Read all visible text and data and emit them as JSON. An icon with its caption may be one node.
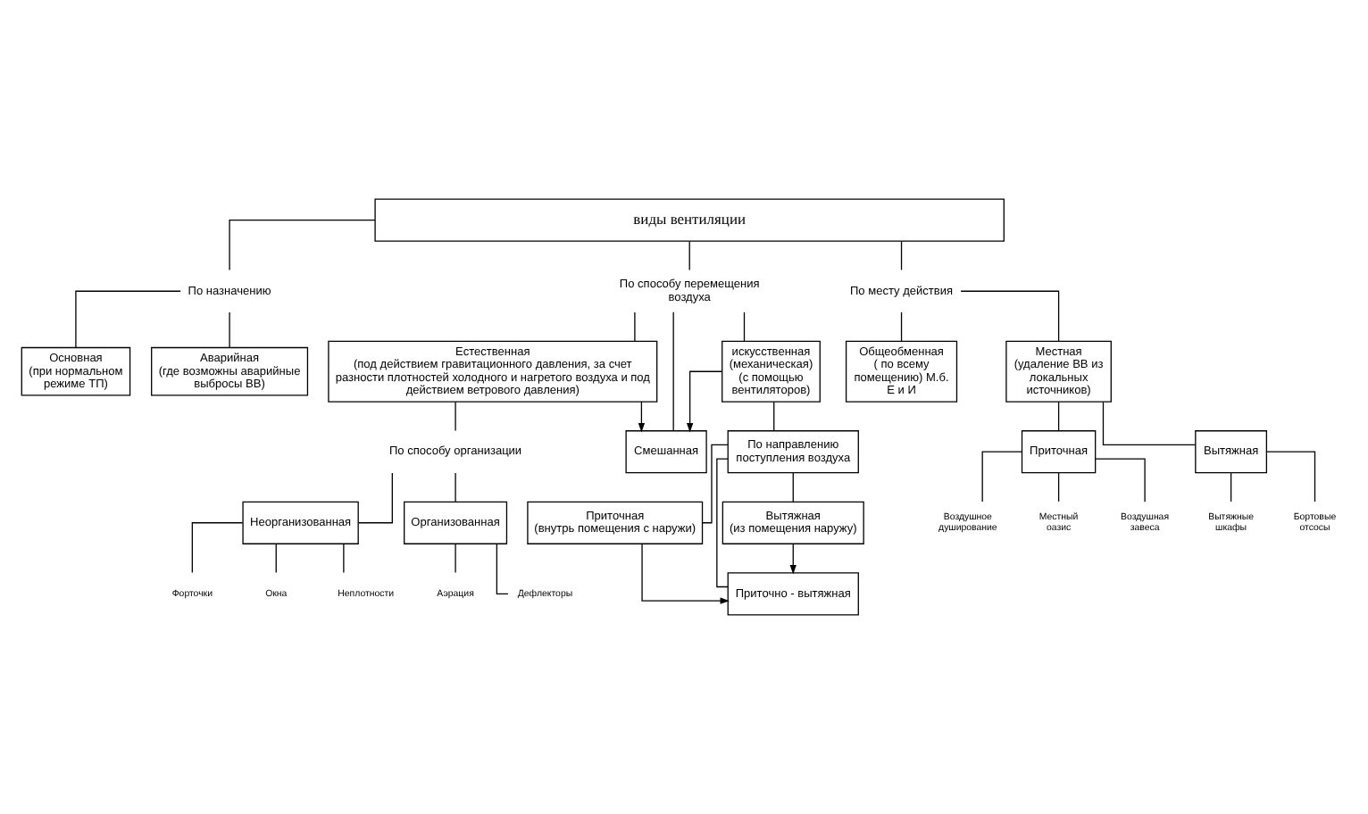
{
  "diagram": {
    "nodes": [
      {
        "text": [
          "виды вентиляции"
        ]
      },
      {
        "text": [
          "По назначению"
        ]
      },
      {
        "text": [
          "По способу перемещения воздуха"
        ]
      },
      {
        "text": [
          "По месту действия"
        ]
      },
      {
        "text": [
          "Основная",
          "(при нормальном режиме ТП)"
        ]
      },
      {
        "text": [
          "Аварийная",
          "(где возможны аварийные выбросы ВВ)"
        ]
      },
      {
        "text": [
          "Общеобменная",
          "( по всему помещению) М.б. Е и И"
        ]
      },
      {
        "text": [
          "Местная",
          "(удаление ВВ из локальных источников)"
        ]
      },
      {
        "text": [
          "Естественная",
          "(под действием гравитационного давления, за счет разности плотностей холодного и нагретого воздуха и под действием ветрового давления)"
        ]
      },
      {
        "text": [
          "искусственная (механическая) (с помощью вентиляторов)"
        ]
      },
      {
        "text": [
          "Смешанная"
        ]
      },
      {
        "text": [
          "По способу организации"
        ]
      },
      {
        "text": [
          "Неорганизованная"
        ]
      },
      {
        "text": [
          "Организованная"
        ]
      },
      {
        "text": [
          "Форточки"
        ]
      },
      {
        "text": [
          "Окна"
        ]
      },
      {
        "text": [
          "Неплотности"
        ]
      },
      {
        "text": [
          "Аэрация"
        ]
      },
      {
        "text": [
          "Дефлекторы"
        ]
      },
      {
        "text": [
          "По направлению поступления воздуха"
        ]
      },
      {
        "text": [
          "Приточная",
          "(внутрь помещения с наружи)"
        ]
      },
      {
        "text": [
          "Вытяжная",
          "(из помещения наружу)"
        ]
      },
      {
        "text": [
          "Приточно - вытяжная"
        ]
      },
      {
        "text": [
          "Приточная"
        ]
      },
      {
        "text": [
          "Вытяжная"
        ]
      },
      {
        "text": [
          "Воздушное душирование"
        ]
      },
      {
        "text": [
          "Местный оазис"
        ]
      },
      {
        "text": [
          "Воздушная завеса"
        ]
      },
      {
        "text": [
          "Вытяжные шкафы"
        ]
      },
      {
        "text": [
          "Бортовые отсосы"
        ]
      }
    ],
    "edges": [
      {
        "from": 0,
        "to": 1,
        "arrow": "none"
      },
      {
        "from": 0,
        "to": 2,
        "arrow": "none"
      },
      {
        "from": 0,
        "to": 3,
        "arrow": "none"
      },
      {
        "from": 1,
        "to": 4,
        "arrow": "none"
      },
      {
        "from": 1,
        "to": 5,
        "arrow": "none"
      },
      {
        "from": 3,
        "to": 6,
        "arrow": "none"
      },
      {
        "from": 3,
        "to": 7,
        "arrow": "none"
      },
      {
        "from": 2,
        "to": 8,
        "arrow": "none"
      },
      {
        "from": 2,
        "to": 10,
        "arrow": "none"
      },
      {
        "from": 2,
        "to": 9,
        "arrow": "none"
      },
      {
        "from": 8,
        "to": 10,
        "arrow": "to"
      },
      {
        "from": 9,
        "to": 10,
        "arrow": "to"
      },
      {
        "from": 8,
        "to": 11,
        "arrow": "none"
      },
      {
        "from": 11,
        "to": 12,
        "arrow": "none"
      },
      {
        "from": 11,
        "to": 13,
        "arrow": "none"
      },
      {
        "from": 12,
        "to": 14,
        "arrow": "none"
      },
      {
        "from": 12,
        "to": 15,
        "arrow": "none"
      },
      {
        "from": 12,
        "to": 16,
        "arrow": "none"
      },
      {
        "from": 13,
        "to": 17,
        "arrow": "none"
      },
      {
        "from": 13,
        "to": 18,
        "arrow": "none"
      },
      {
        "from": 9,
        "to": 19,
        "arrow": "none"
      },
      {
        "from": 19,
        "to": 20,
        "arrow": "none"
      },
      {
        "from": 19,
        "to": 22,
        "arrow": "none"
      },
      {
        "from": 19,
        "to": 21,
        "arrow": "none"
      },
      {
        "from": 20,
        "to": 22,
        "arrow": "to"
      },
      {
        "from": 21,
        "to": 22,
        "arrow": "to"
      },
      {
        "from": 7,
        "to": 23,
        "arrow": "none"
      },
      {
        "from": 7,
        "to": 24,
        "arrow": "none"
      },
      {
        "from": 23,
        "to": 25,
        "arrow": "none"
      },
      {
        "from": 23,
        "to": 26,
        "arrow": "none"
      },
      {
        "from": 23,
        "to": 27,
        "arrow": "none"
      },
      {
        "from": 24,
        "to": 28,
        "arrow": "none"
      },
      {
        "from": 24,
        "to": 29,
        "arrow": "none"
      }
    ]
  }
}
